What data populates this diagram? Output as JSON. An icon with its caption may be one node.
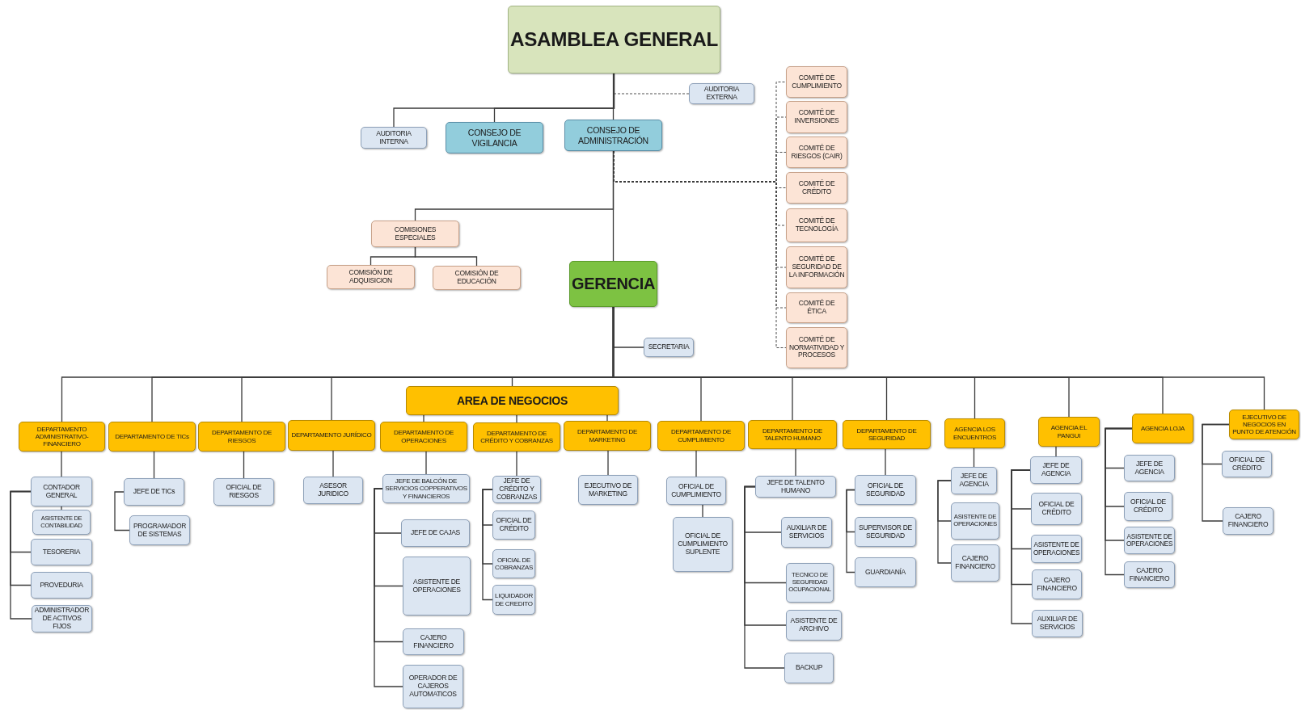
{
  "diagram": {
    "nodes": [
      {
        "text": [
          "ASAMBLEA GENERAL"
        ]
      },
      {
        "text": [
          "AUDITORIA EXTERNA"
        ]
      },
      {
        "text": [
          "AUDITORIA INTERNA"
        ]
      },
      {
        "text": [
          "CONSEJO DE VIGILANCIA"
        ]
      },
      {
        "text": [
          "CONSEJO DE ADMINISTRACIÓN"
        ]
      },
      {
        "text": [
          "COMITÉ DE CUMPLIMIENTO"
        ]
      },
      {
        "text": [
          "COMITÉ DE INVERSIONES"
        ]
      },
      {
        "text": [
          "COMITÉ DE RIESGOS (CAIR)"
        ]
      },
      {
        "text": [
          "COMITÉ DE CRÉDITO"
        ]
      },
      {
        "text": [
          "COMITÉ DE TECNOLOGÍA"
        ]
      },
      {
        "text": [
          "COMITÉ DE SEGURIDAD DE LA INFORMACIÓN"
        ]
      },
      {
        "text": [
          "COMITÉ DE ÉTICA"
        ]
      },
      {
        "text": [
          "COMITÉ DE NORMATIVIDAD Y PROCESOS"
        ]
      },
      {
        "text": [
          "COMISIONES ESPECIALES"
        ]
      },
      {
        "text": [
          "COMISIÓN DE ADQUISICION"
        ]
      },
      {
        "text": [
          "COMISIÓN DE EDUCACIÓN"
        ]
      },
      {
        "text": [
          "GERENCIA"
        ]
      },
      {
        "text": [
          "SECRETARIA"
        ]
      },
      {
        "text": [
          "AREA DE NEGOCIOS"
        ]
      },
      {
        "text": [
          "DEPARTAMENTO ADMINISTRATIVO-FINANCIERO"
        ]
      },
      {
        "text": [
          "DEPARTAMENTO DE TICs"
        ]
      },
      {
        "text": [
          "DEPARTAMENTO DE RIESGOS"
        ]
      },
      {
        "text": [
          "DEPARTAMENTO JURÍDICO"
        ]
      },
      {
        "text": [
          "DEPARTAMENTO DE OPERACIONES"
        ]
      },
      {
        "text": [
          "DEPARTAMENTO DE CRÉDITO Y COBRANZAS"
        ]
      },
      {
        "text": [
          "DEPARTAMENTO DE MARKETING"
        ]
      },
      {
        "text": [
          "DEPARTAMENTO DE CUMPLIMIENTO"
        ]
      },
      {
        "text": [
          "DEPARTAMENTO DE TALENTO HUMANO"
        ]
      },
      {
        "text": [
          "DEPARTAMENTO DE SEGURIDAD"
        ]
      },
      {
        "text": [
          "AGENCIA LOS ENCUENTROS"
        ]
      },
      {
        "text": [
          "AGENCIA EL PANGUI"
        ]
      },
      {
        "text": [
          "AGENCIA LOJA"
        ]
      },
      {
        "text": [
          "EJECUTIVO DE NEGOCIOS EN PUNTO DE ATENCIÓN"
        ]
      },
      {
        "text": [
          "CONTADOR GENERAL"
        ]
      },
      {
        "text": [
          "ASISTENTE DE CONTABILIDAD"
        ]
      },
      {
        "text": [
          "TESORERIA"
        ]
      },
      {
        "text": [
          "PROVEDURIA"
        ]
      },
      {
        "text": [
          "ADMINISTRADOR DE ACTIVOS FIJOS"
        ]
      },
      {
        "text": [
          "JEFE DE TICs"
        ]
      },
      {
        "text": [
          "PROGRAMADOR DE SISTEMAS"
        ]
      },
      {
        "text": [
          "OFICIAL DE RIESGOS"
        ]
      },
      {
        "text": [
          "ASESOR JURIDICO"
        ]
      },
      {
        "text": [
          "JEFE DE BALCÓN DE SERVICIOS COPPERATIVOS Y FINANCIEROS"
        ]
      },
      {
        "text": [
          "JEFE DE CAJAS"
        ]
      },
      {
        "text": [
          "ASISTENTE DE OPERACIONES"
        ]
      },
      {
        "text": [
          "CAJERO FINANCIERO"
        ]
      },
      {
        "text": [
          "OPERADOR DE CAJEROS AUTOMATICOS"
        ]
      },
      {
        "text": [
          "JEFE DE CRÉDITO Y COBRANZAS"
        ]
      },
      {
        "text": [
          "OFICIAL DE CRÉDITO"
        ]
      },
      {
        "text": [
          "OFICIAL DE COBRANZAS"
        ]
      },
      {
        "text": [
          "LIQUIDADOR DE CREDITO"
        ]
      },
      {
        "text": [
          "EJECUTIVO DE MARKETING"
        ]
      },
      {
        "text": [
          "OFICIAL DE CUMPLIMIENTO"
        ]
      },
      {
        "text": [
          "OFICIAL DE CUMPLIMIENTO SUPLENTE"
        ]
      },
      {
        "text": [
          "JEFE DE TALENTO HUMANO"
        ]
      },
      {
        "text": [
          "AUXILIAR DE SERVICIOS"
        ]
      },
      {
        "text": [
          "TECNICO DE SEGURIDAD OCUPACIONAL"
        ]
      },
      {
        "text": [
          "ASISTENTE DE ARCHIVO"
        ]
      },
      {
        "text": [
          "BACKUP"
        ]
      },
      {
        "text": [
          "OFICIAL DE SEGURIDAD"
        ]
      },
      {
        "text": [
          "SUPERVISOR DE SEGURIDAD"
        ]
      },
      {
        "text": [
          "GUARDIANÍA"
        ]
      },
      {
        "text": [
          "JEFE DE AGENCIA"
        ]
      },
      {
        "text": [
          "ASISTENTE DE OPERACIONES"
        ]
      },
      {
        "text": [
          "CAJERO FINANCIERO"
        ]
      },
      {
        "text": [
          "JEFE DE AGENCIA"
        ]
      },
      {
        "text": [
          "OFICIAL DE CRÉDITO"
        ]
      },
      {
        "text": [
          "ASISTENTE DE OPERACIONES"
        ]
      },
      {
        "text": [
          "CAJERO FINANCIERO"
        ]
      },
      {
        "text": [
          "AUXILIAR DE SERVICIOS"
        ]
      },
      {
        "text": [
          "JEFE DE AGENCIA"
        ]
      },
      {
        "text": [
          "OFICIAL DE CRÉDITO"
        ]
      },
      {
        "text": [
          "ASISTENTE DE OPERACIONES"
        ]
      },
      {
        "text": [
          "CAJERO FINANCIERO"
        ]
      },
      {
        "text": [
          "OFICIAL DE CRÉDITO"
        ]
      },
      {
        "text": [
          "CAJERO FINANCIERO"
        ]
      }
    ],
    "edges": [
      {
        "from": 0,
        "to": 2,
        "arrow": "none"
      },
      {
        "from": 0,
        "to": 3,
        "arrow": "none"
      },
      {
        "from": 0,
        "to": 4,
        "arrow": "none"
      },
      {
        "from": 0,
        "to": 1,
        "arrow": "none",
        "style": "dashed"
      },
      {
        "from": 4,
        "to": 5,
        "arrow": "none",
        "style": "dashed"
      },
      {
        "from": 4,
        "to": 6,
        "arrow": "none",
        "style": "dashed"
      },
      {
        "from": 4,
        "to": 7,
        "arrow": "none",
        "style": "dashed"
      },
      {
        "from": 4,
        "to": 8,
        "arrow": "none",
        "style": "dashed"
      },
      {
        "from": 4,
        "to": 9,
        "arrow": "none",
        "style": "dashed"
      },
      {
        "from": 4,
        "to": 10,
        "arrow": "none",
        "style": "dashed"
      },
      {
        "from": 4,
        "to": 11,
        "arrow": "none",
        "style": "dashed"
      },
      {
        "from": 4,
        "to": 12,
        "arrow": "none",
        "style": "dashed"
      },
      {
        "from": 4,
        "to": 13,
        "arrow": "none"
      },
      {
        "from": 4,
        "to": 16,
        "arrow": "none"
      },
      {
        "from": 13,
        "to": 14,
        "arrow": "none"
      },
      {
        "from": 13,
        "to": 15,
        "arrow": "none"
      },
      {
        "from": 16,
        "to": 17,
        "arrow": "none"
      },
      {
        "from": 16,
        "to": 19,
        "arrow": "none"
      },
      {
        "from": 16,
        "to": 20,
        "arrow": "none"
      },
      {
        "from": 16,
        "to": 21,
        "arrow": "none"
      },
      {
        "from": 16,
        "to": 22,
        "arrow": "none"
      },
      {
        "from": 16,
        "to": 18,
        "arrow": "none"
      },
      {
        "from": 16,
        "to": 26,
        "arrow": "none"
      },
      {
        "from": 16,
        "to": 27,
        "arrow": "none"
      },
      {
        "from": 16,
        "to": 28,
        "arrow": "none"
      },
      {
        "from": 16,
        "to": 29,
        "arrow": "none"
      },
      {
        "from": 16,
        "to": 30,
        "arrow": "none"
      },
      {
        "from": 16,
        "to": 31,
        "arrow": "none"
      },
      {
        "from": 16,
        "to": 32,
        "arrow": "none"
      },
      {
        "from": 18,
        "to": 23,
        "arrow": "none"
      },
      {
        "from": 18,
        "to": 24,
        "arrow": "none"
      },
      {
        "from": 18,
        "to": 25,
        "arrow": "none"
      },
      {
        "from": 19,
        "to": 33,
        "arrow": "none"
      },
      {
        "from": 33,
        "to": 34,
        "arrow": "none"
      },
      {
        "from": 33,
        "to": 35,
        "arrow": "none"
      },
      {
        "from": 33,
        "to": 36,
        "arrow": "none"
      },
      {
        "from": 33,
        "to": 37,
        "arrow": "none"
      },
      {
        "from": 20,
        "to": 38,
        "arrow": "none"
      },
      {
        "from": 38,
        "to": 39,
        "arrow": "none"
      },
      {
        "from": 21,
        "to": 40,
        "arrow": "none"
      },
      {
        "from": 22,
        "to": 41,
        "arrow": "none"
      },
      {
        "from": 23,
        "to": 42,
        "arrow": "none"
      },
      {
        "from": 42,
        "to": 43,
        "arrow": "none"
      },
      {
        "from": 42,
        "to": 44,
        "arrow": "none"
      },
      {
        "from": 42,
        "to": 45,
        "arrow": "none"
      },
      {
        "from": 42,
        "to": 46,
        "arrow": "none"
      },
      {
        "from": 24,
        "to": 47,
        "arrow": "none"
      },
      {
        "from": 47,
        "to": 48,
        "arrow": "none"
      },
      {
        "from": 47,
        "to": 49,
        "arrow": "none"
      },
      {
        "from": 47,
        "to": 50,
        "arrow": "none"
      },
      {
        "from": 25,
        "to": 51,
        "arrow": "none"
      },
      {
        "from": 26,
        "to": 52,
        "arrow": "none"
      },
      {
        "from": 52,
        "to": 53,
        "arrow": "none"
      },
      {
        "from": 27,
        "to": 54,
        "arrow": "none"
      },
      {
        "from": 54,
        "to": 55,
        "arrow": "none"
      },
      {
        "from": 54,
        "to": 56,
        "arrow": "none"
      },
      {
        "from": 54,
        "to": 57,
        "arrow": "none"
      },
      {
        "from": 54,
        "to": 58,
        "arrow": "none"
      },
      {
        "from": 28,
        "to": 59,
        "arrow": "none"
      },
      {
        "from": 59,
        "to": 60,
        "arrow": "none"
      },
      {
        "from": 59,
        "to": 61,
        "arrow": "none"
      },
      {
        "from": 29,
        "to": 62,
        "arrow": "none"
      },
      {
        "from": 62,
        "to": 63,
        "arrow": "none"
      },
      {
        "from": 62,
        "to": 64,
        "arrow": "none"
      },
      {
        "from": 30,
        "to": 65,
        "arrow": "none"
      },
      {
        "from": 65,
        "to": 66,
        "arrow": "none"
      },
      {
        "from": 65,
        "to": 67,
        "arrow": "none"
      },
      {
        "from": 65,
        "to": 68,
        "arrow": "none"
      },
      {
        "from": 65,
        "to": 69,
        "arrow": "none"
      },
      {
        "from": 31,
        "to": 70,
        "arrow": "none"
      },
      {
        "from": 31,
        "to": 71,
        "arrow": "none"
      },
      {
        "from": 31,
        "to": 72,
        "arrow": "none"
      },
      {
        "from": 31,
        "to": 73,
        "arrow": "none"
      },
      {
        "from": 32,
        "to": 74,
        "arrow": "none"
      },
      {
        "from": 32,
        "to": 75,
        "arrow": "none"
      }
    ]
  }
}
